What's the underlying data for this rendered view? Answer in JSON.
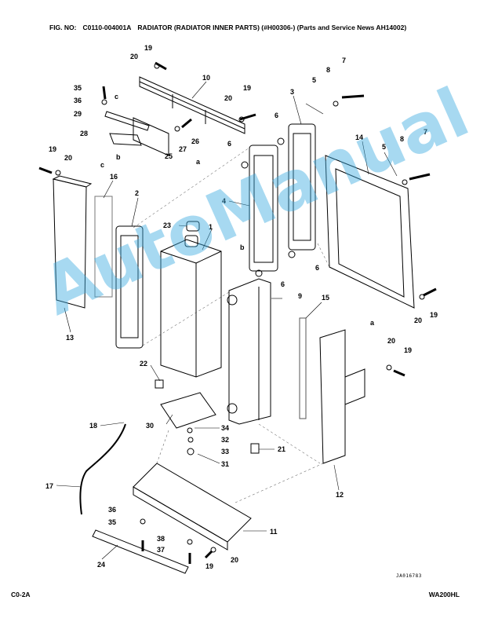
{
  "header": {
    "fig_label": "FIG. NO:",
    "fig_number": "C0110-004001A",
    "title": "RADIATOR (RADIATOR INNER PARTS) (#H00306-) (Parts and Service News AH14002)"
  },
  "callouts": {
    "c1": "1",
    "c2": "2",
    "c3": "3",
    "c4": "4",
    "c5a": "5",
    "c5b": "5",
    "c6a": "6",
    "c6b": "6",
    "c6c": "6",
    "c6d": "6",
    "c7a": "7",
    "c7b": "7",
    "c8a": "8",
    "c8b": "8",
    "c9": "9",
    "c10": "10",
    "c11": "11",
    "c12": "12",
    "c13": "13",
    "c14": "14",
    "c15": "15",
    "c16": "16",
    "c17": "17",
    "c18": "18",
    "c19a": "19",
    "c19b": "19",
    "c19c": "19",
    "c19d": "19",
    "c19e": "19",
    "c19f": "19",
    "c20a": "20",
    "c20b": "20",
    "c20c": "20",
    "c20d": "20",
    "c20e": "20",
    "c20f": "20",
    "c21": "21",
    "c22": "22",
    "c23": "23",
    "c24": "24",
    "c25": "25",
    "c26": "26",
    "c27": "27",
    "c28": "28",
    "c29": "29",
    "c30": "30",
    "c31": "31",
    "c32": "32",
    "c33": "33",
    "c34": "34",
    "c35a": "35",
    "c35b": "35",
    "c36a": "36",
    "c36b": "36",
    "c37": "37",
    "c38": "38"
  },
  "refs": {
    "a1": "a",
    "a2": "a",
    "b1": "b",
    "b2": "b",
    "c1": "c",
    "c2": "c"
  },
  "drawing_code": "JA016783",
  "footer": {
    "left": "C0-2A",
    "right": "WA200HL"
  },
  "watermark": "AutoManual"
}
